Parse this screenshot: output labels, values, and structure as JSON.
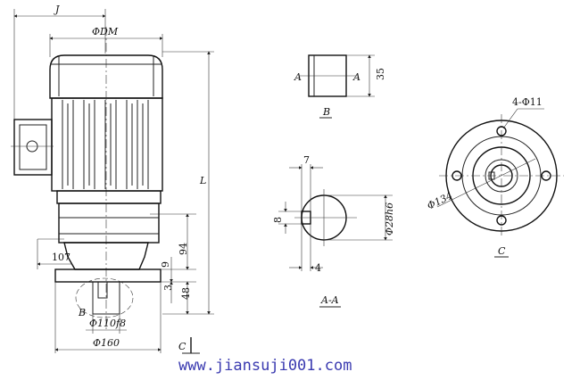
{
  "drawing": {
    "labels": {
      "j": "J",
      "dm": "ΦDM",
      "l": "L",
      "d107": "107",
      "d9": "9",
      "d94": "94",
      "d3": "3",
      "d48": "48",
      "d110": "Φ110f8",
      "d160": "Φ160",
      "b_main": "B",
      "c_main": "C",
      "a_left": "A",
      "a_right": "A",
      "d35": "35",
      "b_view": "B",
      "d7": "7",
      "d8": "8",
      "d4": "4",
      "d28": "Φ28h6",
      "aa": "A-A",
      "holes": "4-Φ11",
      "d134": "Φ134",
      "c_view": "C"
    },
    "watermark": "www.jiansuji001.com"
  },
  "colors": {
    "line": "#222222",
    "watermark": "#3a3ab0"
  }
}
